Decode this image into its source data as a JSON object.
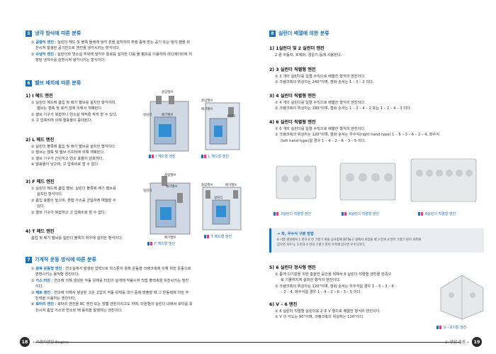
{
  "left": {
    "s5": {
      "num": "5",
      "title": "냉각 방식에 따른 분류"
    },
    "s5_items": [
      {
        "t": "① ",
        "h": "공랭식 엔진",
        "r": " : 실린더 헤드 및 블록 둘레에 냉각 핀을 설치하여 주행 중에 받는 공기 또는 냉각 팬을 회"
      },
      {
        "t": "",
        "h": "",
        "r": "전시켜 발생된 공기만으로 엔진을 냉각시키는 방식이다."
      },
      {
        "t": "② ",
        "h": "수냉식 엔진",
        "r": " : 실린더와 연소실 주위에 냉각수 통로를 설치한 다음 물 펌프를 이용하여 라디에이터에 저"
      },
      {
        "t": "",
        "h": "",
        "r": "장된 냉각수를 순환시켜 냉각시키는 방식이다."
      }
    ],
    "s6": {
      "num": "6",
      "title": "밸브 배치에 따른 분류"
    },
    "i_title": "1) I 헤드 엔진",
    "i_items": [
      "① 실린더 헤드에 흡입 및 배기 밸브를 설치한 형식이며,",
      "밸브는 캠축 및 로커 암에 의해서 개폐된다.",
      "② 밸브 기구가 복잡하나 연소실 체적을 작게 할 수 있다.",
      "③ 고 압축비에 의해 열효율이 증대된다."
    ],
    "l_title": "2) L 헤드 엔진",
    "l_items": [
      "① 실린더 블록에 흡입 및 배기 밸브를 설치한 형식이다.",
      "② 밸브는 캠축 및 밸브 리프터에 의해 개폐된다.",
      "③ 밸브 기구가 간단하고 연소 효율이 양호하다.",
      "④ 열효율이 낮으며, 고 압축비로 할 수 없다."
    ],
    "f_title": "3) F 헤드 엔진",
    "f_items": [
      "① 실린더 헤드에 흡입 밸브, 실린더 블록에 배기 밸브를",
      "설치한 형식이다.",
      "② 흡입 효율이 높으며, 혼합 가스를 균일하게 예열할 수",
      "있다.",
      "③ 밸브 기구가 복잡하고 고 압축비로 할 수 없다."
    ],
    "t_title": "4) T 헤드 엔진",
    "t_items": [
      "흡입 및 배기 밸브를 실린더 블록의 좌우에 설치한 형식이다."
    ],
    "s7": {
      "num": "7",
      "title": "기계적 운동 방식에 따른 분류"
    },
    "s7_items": [
      {
        "t": "① ",
        "h": "왕복 운동형 엔진",
        "r": " : 연소실에서 발생된 압력으로 피스톤의 왕복 운동을 크랭크축에 의해 회전 운동으로"
      },
      {
        "t": "",
        "h": "",
        "r": "변환시키는 용적형 엔진이다."
      },
      {
        "t": "② ",
        "h": "가스 터빈",
        "r": " : 연소에 의해 생성된 작동 유체를 터빈의 날개에 작용시켜 직접 출력축을 회전시키는 엔진"
      },
      {
        "t": "",
        "h": "",
        "r": "이다."
      },
      {
        "t": "③ ",
        "h": "제트 엔진",
        "r": " : 연소에 의해서 생성된 고온 고압의 작동 유체를 대기 중에 방출할 때 그 반동력에 의한 추"
      },
      {
        "t": "",
        "h": "",
        "r": "진력을 이용하는 엔진이다."
      },
      {
        "t": "④ ",
        "h": "로터리 엔진",
        "r": " : 로터리 엔진을 RC 엔진 또는 방켈 엔진이라고도 하며, 타원형의 실린더 내에서 로터를 회"
      },
      {
        "t": "",
        "h": "",
        "r": "전시켜 흡입 가스와 연소된 배 동력을 발생하는 엔진이다."
      }
    ],
    "fig_labels": {
      "f1_top": "흡입밸브",
      "f1_a": "흡입밸브",
      "f1_b": "배기밸브",
      "f1_c": "실린더",
      "f1_d": "배기밸브",
      "f1_e": "실린더",
      "cap_i": "I 헤드형 엔진",
      "cap_l": "L 헤드형 엔진",
      "f2_a": "흡입밸브",
      "f2_b": "배기밸브",
      "f2_c": "실린더",
      "f2_d": "흡입밸브",
      "f2_e": "배기밸브",
      "f2_f": "실린더",
      "f2_g": "배기밸브",
      "cap_f": "F 헤드형 엔진",
      "cap_t": "T 헤드형 엔진"
    },
    "footer": {
      "page": "18",
      "label": "• 자동차엔진 Engine"
    }
  },
  "right": {
    "s8": {
      "num": "8",
      "title": "실린더 배열에 의한 분류"
    },
    "r1_title": "1) 1실린더 및 2 실린더 엔진",
    "r1_items": [
      "2 륜 자동차, 트랙터, 경운기 등에 사용된다."
    ],
    "r2_title": "2) 3 실린더 직렬형 엔진",
    "r2_items": [
      "① 3 개의 실린더를 일렬 수직으로 배열한 형식의 엔진이다.",
      "② 크랭크축의 위상차는 240°이며, 점화 순서는 1 – 3 – 2 이다."
    ],
    "r3_title": "3) 4 실린더 직렬형 엔진",
    "r3_items": [
      "① 4 개의 실린더를 일렬 수직으로 배열한 형식의 엔진이다.",
      "② 크랭크축의 위상차는 180°이며, 점화 순서는 1 – 3 – 4 – 2 또는 1 – 2 – 4 – 3 이다."
    ],
    "r4_title": "4) 6 실린더 직렬형 엔진",
    "r4_items": [
      "① 6 개의 실린더를 일렬 수직으로 배열한 형식의 엔진이다.",
      "② 크랭크축의 위상차는 120°이며, 점화 순서는 우수식(right hand type) 1 – 5 – 3 – 6 – 2 – 4, 좌수식",
      "(left hand type)일 경우 1 – 4 – 2 – 6 – 3 – 5 이다."
    ],
    "cap_3": "3실린더 직렬형 엔진",
    "cap_4": "4실린더 직렬형 엔진",
    "cap_6": "6실린더 직렬형 엔진",
    "note_title": "➜ 좌, 우수식 구분 방법",
    "note_lines": [
      "6 기통 엔진에서 1 번과 6 번 크랭크 핀을 상사점에 올려놓고 앞에서 보았을 때 3 번과 4 번이 크랭크 핀이 좌측에",
      "있으면 좌수식, 3 번과 4 번의 크랭크 핀이 우측에 있으면 우수식이다."
    ],
    "r5_title": "5) 6 실린더 정사형 엔진",
    "r5_items": [
      "① 좁게 다기관을 위한 충분한 공간을 위해서 6 실린더 직렬형 엔진을 만족으",
      "로 기울여지게 설치한 형식의 엔진이다.",
      "② 크랭크축의 위상차는 120°이며, 점화 순서는 우수식일 경우 1 – 5 – 3 – 6",
      "– 2 – 4, 좌수식일 경우 1 – 4 – 2 – 6 – 3 – 5 이다."
    ],
    "r6_title": "6) V – 6 엔진",
    "r6_items": [
      "① 8 실린더 직렬형 실린더를 2 조 V 형으로 배열한 형식의 엔진이다.",
      "② V 의 각도는 90°이며, 크랭크축의 위상차는 120°이다."
    ],
    "cap_v": "V – 6기통 엔진",
    "footer": {
      "page": "19",
      "label": "2. 엔진 총론 •"
    }
  },
  "colors": {
    "accent": "#1d6fb8",
    "pink": "#e23b7a"
  }
}
